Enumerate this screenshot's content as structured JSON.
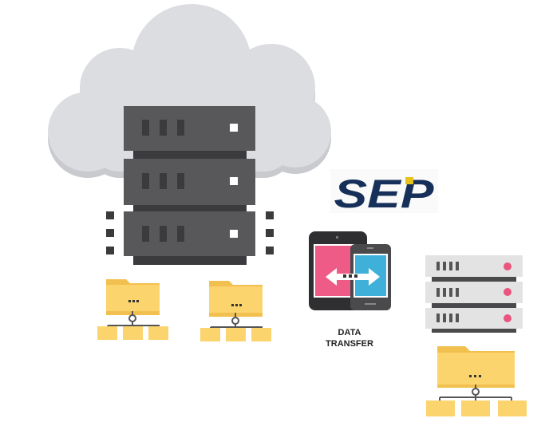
{
  "logo": {
    "text": "SEP",
    "colors": {
      "navy": "#17305a",
      "gold": "#e8c21c"
    }
  },
  "caption": {
    "line1": "DATA",
    "line2": "TRANSFER"
  },
  "colors": {
    "cloud": "#dcdde0",
    "server_dark": "#58585a",
    "server_light": "#e3e3e3",
    "folder": "#fbd46d",
    "tablet_screen": "#ef5b87",
    "phone_screen": "#3fb0d9",
    "indicator": "#e9557e"
  }
}
